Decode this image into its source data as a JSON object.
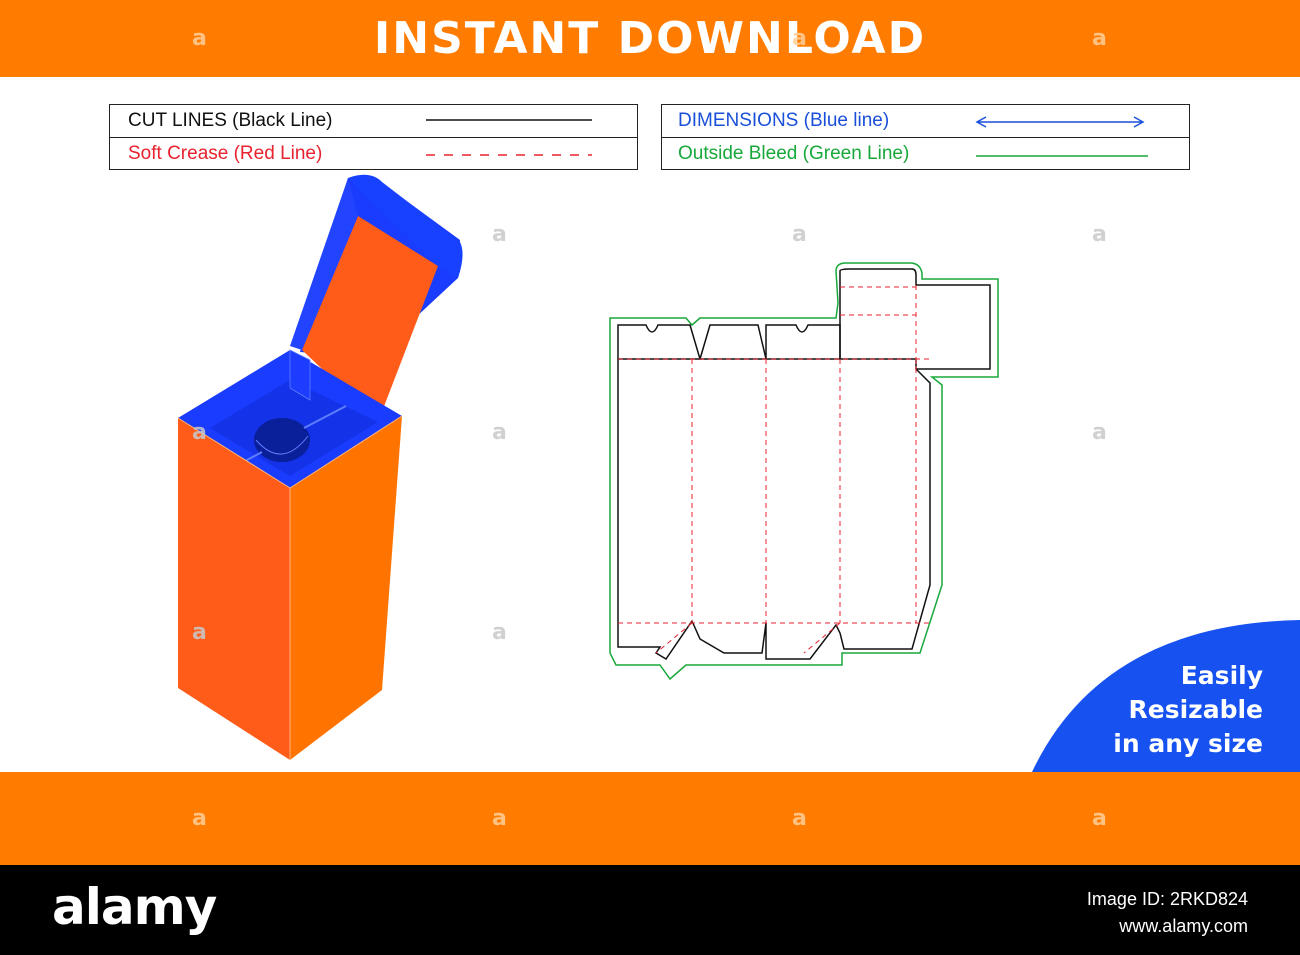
{
  "header": {
    "title": "INSTANT DOWNLOAD"
  },
  "legend": {
    "cut_lines": {
      "label": "CUT LINES (Black Line)",
      "color": "#111111"
    },
    "soft_crease": {
      "label": "Soft Crease (Red Line)",
      "color": "#e8222e"
    },
    "dimensions": {
      "label": "DIMENSIONS (Blue line)",
      "color": "#1a4fd8"
    },
    "outside_bleed": {
      "label": "Outside Bleed (Green Line)",
      "color": "#18a83a"
    }
  },
  "badge": {
    "line1": "Easily",
    "line2": "Resizable",
    "line3": "in any size",
    "color": "#1752f0"
  },
  "footer": {
    "brand": "alamy",
    "image_id": "Image ID: 2RKD824",
    "url": "www.alamy.com"
  },
  "watermark": {
    "glyph": "a"
  },
  "colors": {
    "banner": "#ff7c00",
    "box_orange": "#ff6a12",
    "box_blue": "#1a3cff",
    "footer": "#000000"
  },
  "illustration": {
    "box_3d": {
      "icon": "open-box-illustration"
    },
    "dieline": {
      "icon": "dieline-template"
    }
  }
}
